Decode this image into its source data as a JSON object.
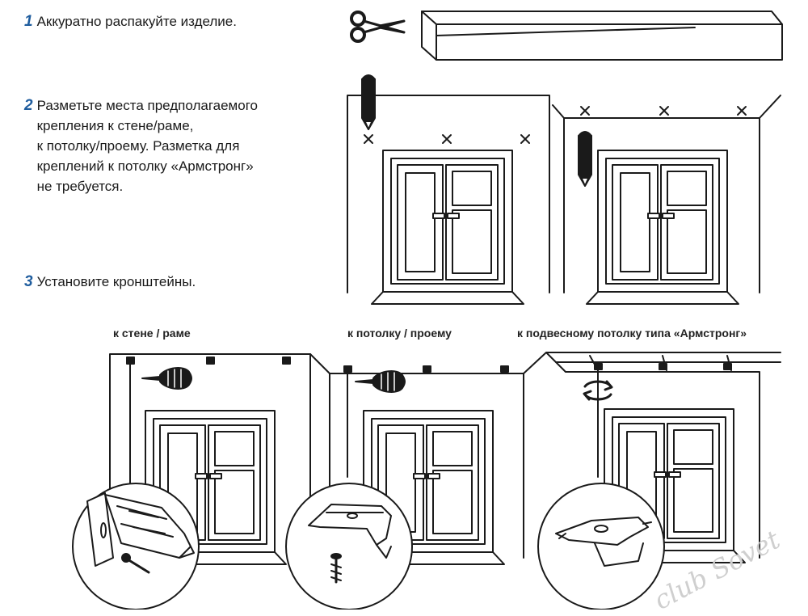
{
  "steps": [
    {
      "num": "1",
      "text": "Аккуратно распакуйте изделие."
    },
    {
      "num": "2",
      "text": "Разметьте места предполагаемого\nкрепления к стене/раме,\nк потолку/проему. Разметка для\nкреплений к потолку «Армстронг»\nне требуется."
    },
    {
      "num": "3",
      "text": "Установите кронштейны."
    }
  ],
  "captions": {
    "wall": "к стене / раме",
    "ceiling": "к потолку / проему",
    "armstrong": "к подвесному потолку типа «Армстронг»"
  },
  "watermark": "club Sovet",
  "colors": {
    "accent": "#1f5d9e",
    "line": "#1a1a1a"
  }
}
